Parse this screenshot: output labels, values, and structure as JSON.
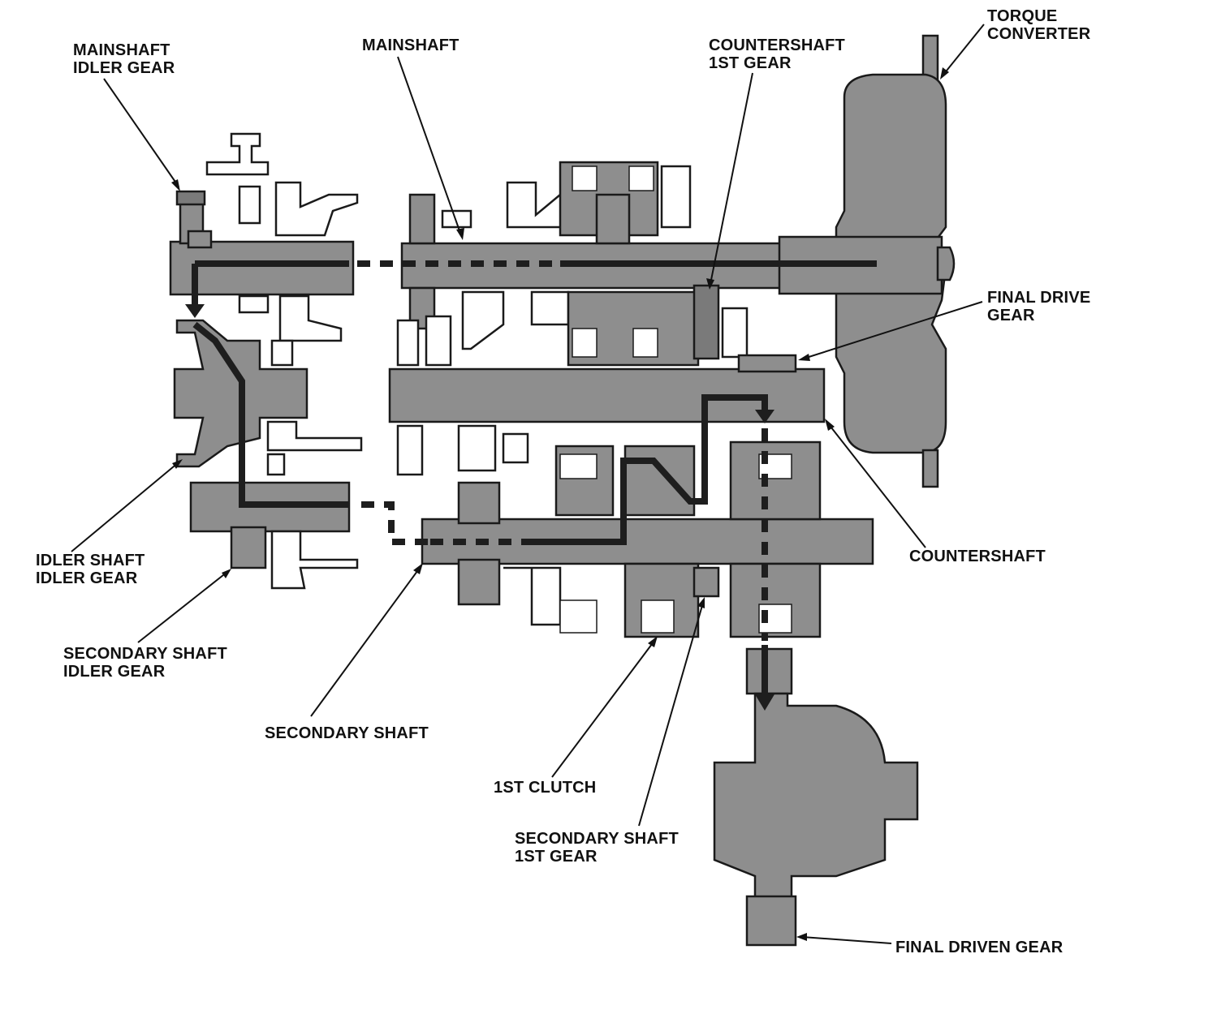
{
  "labels": {
    "mainshaft_idler_gear": [
      "MAINSHAFT",
      "IDLER GEAR"
    ],
    "mainshaft": [
      "MAINSHAFT"
    ],
    "countershaft_1st_gear": [
      "COUNTERSHAFT",
      "1ST GEAR"
    ],
    "torque_converter": [
      "TORQUE",
      "CONVERTER"
    ],
    "final_drive_gear": [
      "FINAL DRIVE",
      "GEAR"
    ],
    "countershaft": [
      "COUNTERSHAFT"
    ],
    "idler_shaft_idler_gear": [
      "IDLER SHAFT",
      "IDLER GEAR"
    ],
    "secondary_shaft_idler_gear": [
      "SECONDARY SHAFT",
      "IDLER GEAR"
    ],
    "secondary_shaft": [
      "SECONDARY SHAFT"
    ],
    "first_clutch": [
      "1ST CLUTCH"
    ],
    "secondary_shaft_1st_gear": [
      "SECONDARY SHAFT",
      "1ST GEAR"
    ],
    "final_driven_gear": [
      "FINAL DRIVEN GEAR"
    ]
  },
  "colors": {
    "part_fill": "#8e8e8e",
    "outline": "#1a1a1a",
    "power_flow": "#1e1e1e"
  }
}
